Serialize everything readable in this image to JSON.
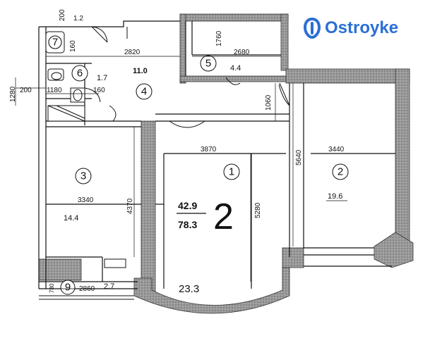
{
  "brand": {
    "name": "Ostroyke",
    "color": "#2a6fd6",
    "icon": "ostroyke-logo-icon"
  },
  "colors": {
    "wall": "#8a8a8a",
    "line": "#111111"
  },
  "rooms": [
    {
      "id": "1",
      "area": "23.3"
    },
    {
      "id": "2",
      "area": "19.6"
    },
    {
      "id": "3",
      "area": "14.4"
    },
    {
      "id": "4",
      "area": "11.0"
    },
    {
      "id": "5",
      "area": "4.4"
    },
    {
      "id": "6",
      "area": "1.7"
    },
    {
      "id": "7",
      "area": ""
    },
    {
      "id": "9",
      "area": "2.7"
    }
  ],
  "summary": {
    "rooms_count": "2",
    "living_area": "42.9",
    "total_area": "78.3"
  },
  "dimensions": {
    "d200_top": "200",
    "d1_2": "1.2",
    "d2820": "2820",
    "d160_a": "160",
    "d1760": "1760",
    "d2680": "2680",
    "d1280": "1280",
    "d200_left": "200",
    "d1180": "1180",
    "d160_b": "160",
    "d1060": "1060",
    "d3870": "3870",
    "d5640": "5640",
    "d3440": "3440",
    "d3340": "3340",
    "d4370": "4370",
    "d5280": "5280",
    "d780": "780",
    "d2860": "2860"
  }
}
